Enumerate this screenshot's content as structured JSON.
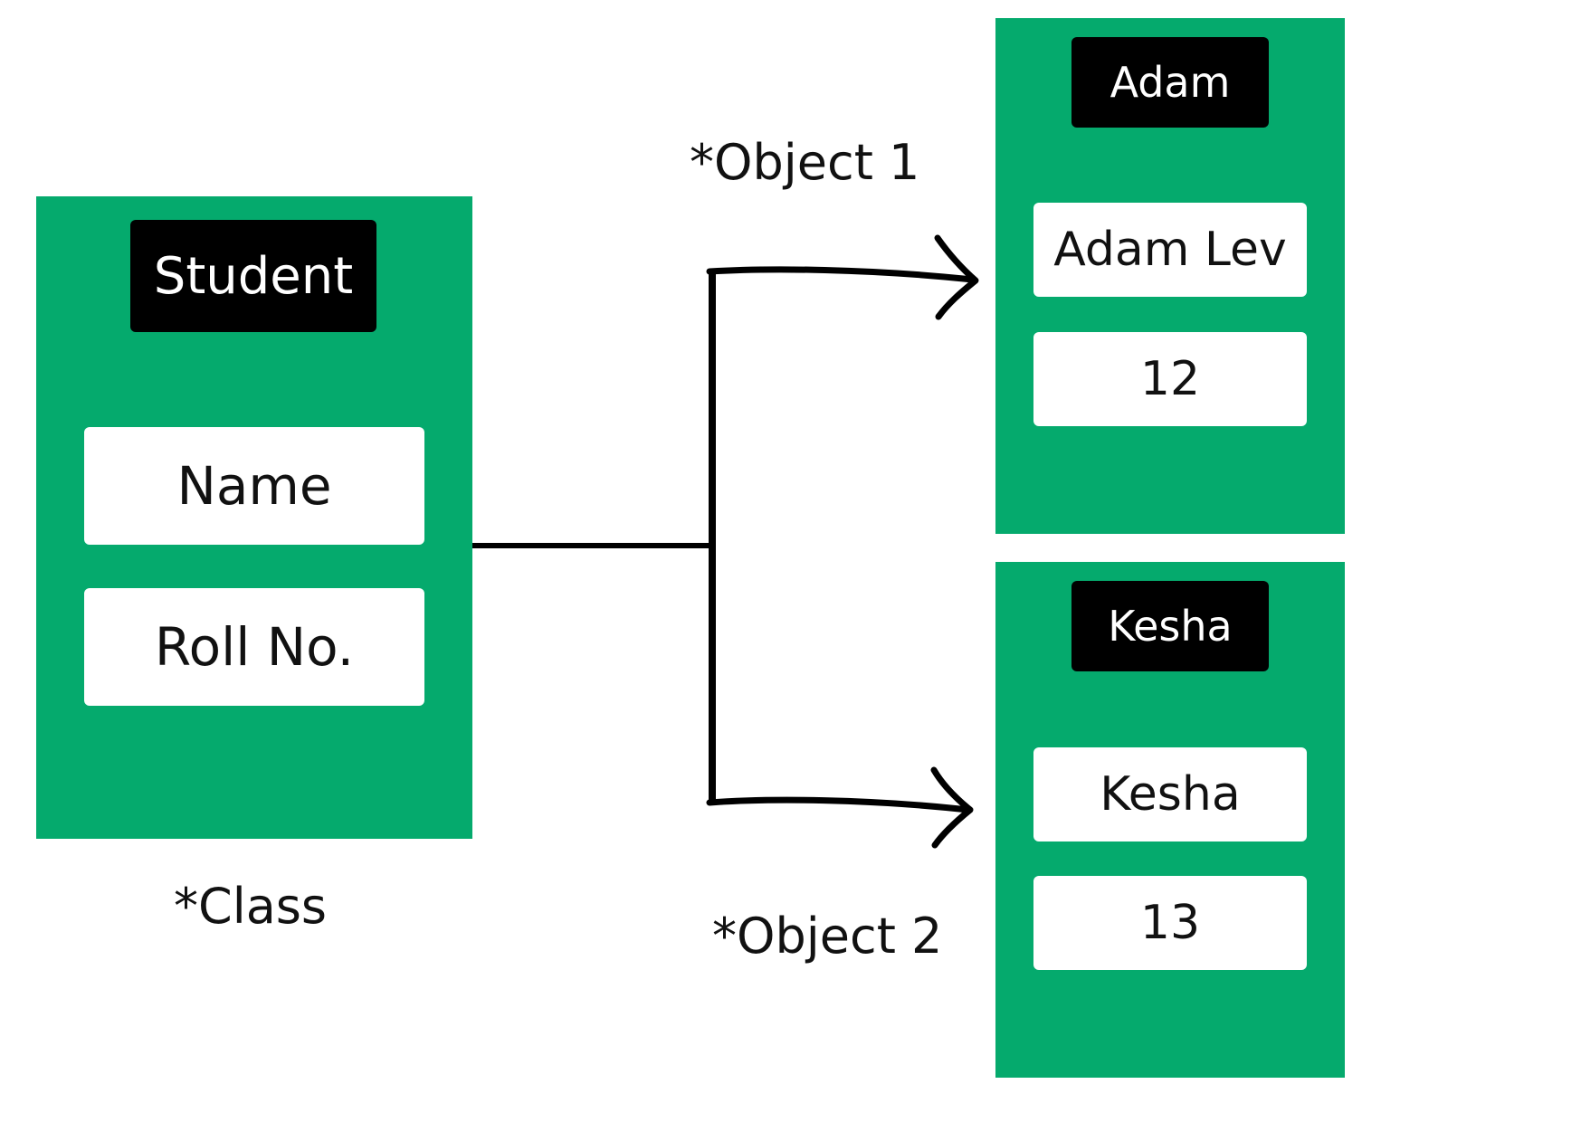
{
  "colors": {
    "panel": "#05aa6d",
    "title_box": "#000000",
    "field_box": "#ffffff",
    "line": "#000000"
  },
  "class_block": {
    "title": "Student",
    "fields": [
      "Name",
      "Roll No."
    ],
    "caption": "*Class"
  },
  "objects": [
    {
      "title": "Adam",
      "values": [
        "Adam Lev",
        "12"
      ],
      "caption": "*Object 1"
    },
    {
      "title": "Kesha",
      "values": [
        "Kesha",
        "13"
      ],
      "caption": "*Object 2"
    }
  ]
}
